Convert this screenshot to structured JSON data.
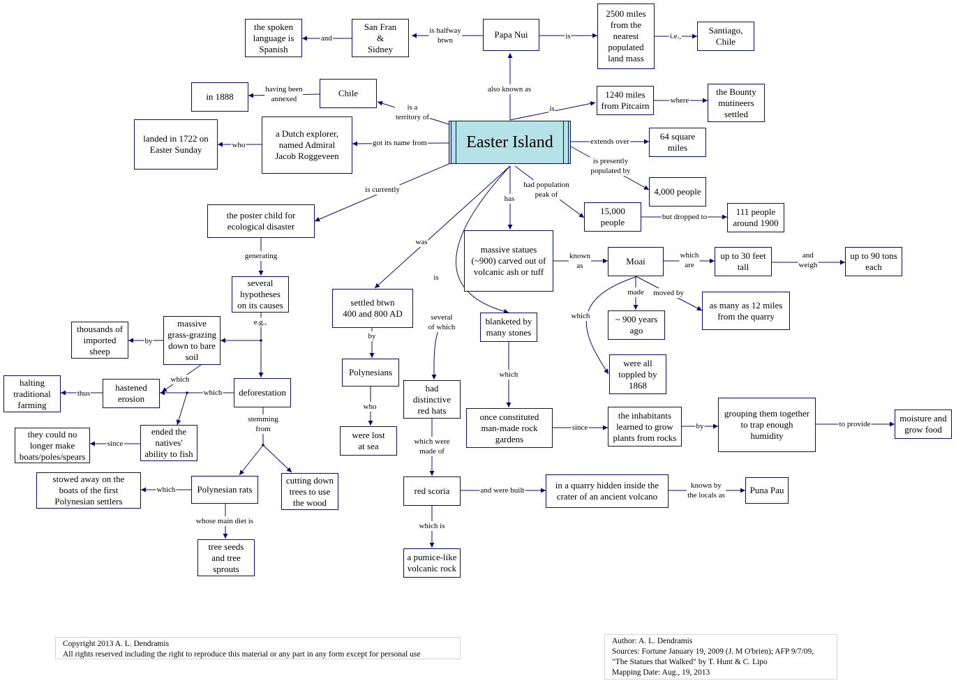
{
  "nodes": [
    {
      "id": "easter",
      "lines": [
        "Easter Island"
      ]
    },
    {
      "id": "papanui",
      "lines": [
        "Papa Nui"
      ]
    },
    {
      "id": "sanfran",
      "lines": [
        "San Fran",
        "&",
        "Sidney"
      ]
    },
    {
      "id": "spoken",
      "lines": [
        "the spoken",
        "language is",
        "Spanish"
      ]
    },
    {
      "id": "miles2500",
      "lines": [
        "2500 miles",
        "from the",
        "nearest",
        "populated",
        "land mass"
      ]
    },
    {
      "id": "santiago",
      "lines": [
        "Santiago,",
        "Chile"
      ]
    },
    {
      "id": "chile",
      "lines": [
        "Chile"
      ]
    },
    {
      "id": "in1888",
      "lines": [
        "in 1888"
      ]
    },
    {
      "id": "pitcairn",
      "lines": [
        "1240 miles",
        "from Pitcairn"
      ]
    },
    {
      "id": "bounty",
      "lines": [
        "the Bounty",
        "mutineers",
        "settled"
      ]
    },
    {
      "id": "dutch",
      "lines": [
        "a Dutch explorer,",
        "named Admiral",
        "Jacob Roggeveen"
      ]
    },
    {
      "id": "landed",
      "lines": [
        "landed in 1722 on",
        "Easter Sunday"
      ]
    },
    {
      "id": "sq64",
      "lines": [
        "64 square",
        "miles"
      ]
    },
    {
      "id": "pop4000",
      "lines": [
        "4,000 people"
      ]
    },
    {
      "id": "pop15000",
      "lines": [
        "15,000",
        "people"
      ]
    },
    {
      "id": "pop111",
      "lines": [
        "111 people",
        "around 1900"
      ]
    },
    {
      "id": "poster",
      "lines": [
        "the poster child for",
        "ecological disaster"
      ]
    },
    {
      "id": "hypotheses",
      "lines": [
        "several",
        "hypotheses",
        "on its causes"
      ]
    },
    {
      "id": "grazing",
      "lines": [
        "massive",
        "grass-grazing",
        "down to bare",
        "soil"
      ]
    },
    {
      "id": "sheep",
      "lines": [
        "thousands of",
        "imported",
        "sheep"
      ]
    },
    {
      "id": "deforest",
      "lines": [
        "deforestation"
      ]
    },
    {
      "id": "erosion",
      "lines": [
        "hastened",
        "erosion"
      ]
    },
    {
      "id": "halting",
      "lines": [
        "halting",
        "traditional",
        "farming"
      ]
    },
    {
      "id": "fish",
      "lines": [
        "ended the",
        "natives'",
        "ability to fish"
      ]
    },
    {
      "id": "boats",
      "lines": [
        "they could no",
        "longer make",
        "boats/poles/spears"
      ]
    },
    {
      "id": "rats",
      "lines": [
        "Polynesian rats"
      ]
    },
    {
      "id": "cutting",
      "lines": [
        "cutting down",
        "trees to use",
        "the wood"
      ]
    },
    {
      "id": "stowed",
      "lines": [
        "stowed away on the",
        "boats of the first",
        "Polynesian settlers"
      ]
    },
    {
      "id": "seeds",
      "lines": [
        "tree seeds",
        "and tree",
        "sprouts"
      ]
    },
    {
      "id": "settled",
      "lines": [
        "settled btwn",
        "400 and 800 AD"
      ]
    },
    {
      "id": "polynesians",
      "lines": [
        "Polynesians"
      ]
    },
    {
      "id": "lost",
      "lines": [
        "were lost",
        "at sea"
      ]
    },
    {
      "id": "statues",
      "lines": [
        "massive statues",
        "(~900) carved out of",
        "volcanic ash or tuff"
      ]
    },
    {
      "id": "moai",
      "lines": [
        "Moai"
      ]
    },
    {
      "id": "tall30",
      "lines": [
        "up to 30 feet",
        "tall"
      ]
    },
    {
      "id": "tons90",
      "lines": [
        "up to 90 tons",
        "each"
      ]
    },
    {
      "id": "years900",
      "lines": [
        "~ 900 years",
        "ago"
      ]
    },
    {
      "id": "miles12",
      "lines": [
        "as many as 12 miles",
        "from the quarry"
      ]
    },
    {
      "id": "toppled",
      "lines": [
        "were all",
        "toppled by",
        "1868"
      ]
    },
    {
      "id": "redhats",
      "lines": [
        "had",
        "distinctive",
        "red hats"
      ]
    },
    {
      "id": "blanketed",
      "lines": [
        "blanketed by",
        "many stones"
      ]
    },
    {
      "id": "gardens",
      "lines": [
        "once constituted",
        "man-made rock",
        "gardens"
      ]
    },
    {
      "id": "inhabitants",
      "lines": [
        "the inhabitants",
        "learned to grow",
        "plants from rocks"
      ]
    },
    {
      "id": "grouping",
      "lines": [
        "grouping them together",
        "to trap enough",
        "humidity"
      ]
    },
    {
      "id": "moisture",
      "lines": [
        "moisture and",
        "grow food"
      ]
    },
    {
      "id": "scoria",
      "lines": [
        "red scoria"
      ]
    },
    {
      "id": "quarry",
      "lines": [
        "in a quarry hidden inside the",
        "crater of an ancient volcano"
      ]
    },
    {
      "id": "punapau",
      "lines": [
        "Puna Pau"
      ]
    },
    {
      "id": "pumice",
      "lines": [
        "a pumice-like",
        "volcanic rock"
      ]
    }
  ],
  "links": [
    {
      "id": "l_aka",
      "lines": [
        "also known as"
      ]
    },
    {
      "id": "l_halfway",
      "lines": [
        "is halfway",
        "btwn"
      ]
    },
    {
      "id": "l_and1",
      "lines": [
        "and"
      ]
    },
    {
      "id": "l_is1",
      "lines": [
        "is"
      ]
    },
    {
      "id": "l_ie",
      "lines": [
        "i.e.,"
      ]
    },
    {
      "id": "l_territory",
      "lines": [
        "is a",
        "territory of"
      ]
    },
    {
      "id": "l_annexed",
      "lines": [
        "having been",
        "annexed"
      ]
    },
    {
      "id": "l_is2",
      "lines": [
        "is"
      ]
    },
    {
      "id": "l_where",
      "lines": [
        "where"
      ]
    },
    {
      "id": "l_name",
      "lines": [
        "got its name from"
      ]
    },
    {
      "id": "l_who1",
      "lines": [
        "who"
      ]
    },
    {
      "id": "l_extends",
      "lines": [
        "extends over"
      ]
    },
    {
      "id": "l_presently",
      "lines": [
        "is presently",
        "populated by"
      ]
    },
    {
      "id": "l_peak",
      "lines": [
        "had population",
        "peak of"
      ]
    },
    {
      "id": "l_dropped",
      "lines": [
        "but dropped to"
      ]
    },
    {
      "id": "l_currently",
      "lines": [
        "is currently"
      ]
    },
    {
      "id": "l_generating",
      "lines": [
        "generating"
      ]
    },
    {
      "id": "l_eg",
      "lines": [
        "e.g.,"
      ]
    },
    {
      "id": "l_by1",
      "lines": [
        "by"
      ]
    },
    {
      "id": "l_which1",
      "lines": [
        "which"
      ]
    },
    {
      "id": "l_thus",
      "lines": [
        "thus"
      ]
    },
    {
      "id": "l_which2",
      "lines": [
        "which"
      ]
    },
    {
      "id": "l_since1",
      "lines": [
        "since"
      ]
    },
    {
      "id": "l_stemming",
      "lines": [
        "stemming",
        "from"
      ]
    },
    {
      "id": "l_which3",
      "lines": [
        "which"
      ]
    },
    {
      "id": "l_diet",
      "lines": [
        "whose main diet is"
      ]
    },
    {
      "id": "l_was",
      "lines": [
        "was"
      ]
    },
    {
      "id": "l_by2",
      "lines": [
        "by"
      ]
    },
    {
      "id": "l_who2",
      "lines": [
        "who"
      ]
    },
    {
      "id": "l_has",
      "lines": [
        "has"
      ]
    },
    {
      "id": "l_known",
      "lines": [
        "known",
        "as"
      ]
    },
    {
      "id": "l_whichare",
      "lines": [
        "which",
        "are"
      ]
    },
    {
      "id": "l_weigh",
      "lines": [
        "and",
        "weigh"
      ]
    },
    {
      "id": "l_made",
      "lines": [
        "made"
      ]
    },
    {
      "id": "l_moved",
      "lines": [
        "moved by"
      ]
    },
    {
      "id": "l_which4",
      "lines": [
        "which"
      ]
    },
    {
      "id": "l_is3",
      "lines": [
        "is"
      ]
    },
    {
      "id": "l_several",
      "lines": [
        "several",
        "of which"
      ]
    },
    {
      "id": "l_which5",
      "lines": [
        "which"
      ]
    },
    {
      "id": "l_since2",
      "lines": [
        "since"
      ]
    },
    {
      "id": "l_by3",
      "lines": [
        "by"
      ]
    },
    {
      "id": "l_provide",
      "lines": [
        "to provide"
      ]
    },
    {
      "id": "l_madeof",
      "lines": [
        "which were",
        "made of"
      ]
    },
    {
      "id": "l_built",
      "lines": [
        "and were built"
      ]
    },
    {
      "id": "l_knownby",
      "lines": [
        "known by",
        "the locals as"
      ]
    },
    {
      "id": "l_whichis",
      "lines": [
        "which is"
      ]
    }
  ],
  "footer": {
    "copyright": [
      "Copyright 2013 A. L. Dendramis",
      "All rights reserved including the right to reproduce this material or any part in any form except for personal use"
    ],
    "author": [
      "Author:  A. L. Dendramis",
      "Sources:  Fortune January 19, 2009 (J. M O'brien); AFP 9/7/09,",
      "\"The Statues that Walked\" by T. Hunt & C. Lipo",
      "Mapping Date:  Aug., 19, 2013"
    ]
  },
  "colors": {
    "line": "#0a0a6e",
    "main_fill": "#b4e2e6",
    "node_border": "#0a0a6e"
  }
}
